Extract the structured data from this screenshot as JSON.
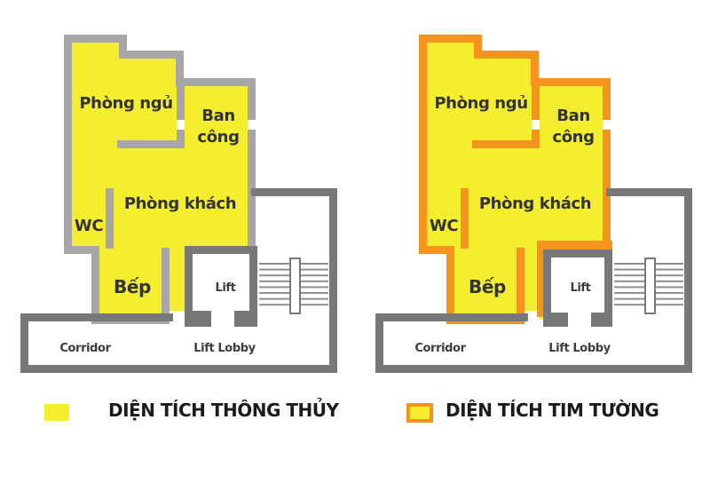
{
  "plans": {
    "left": {
      "bedroom": "Phòng ngủ",
      "balcony_line1": "Ban",
      "balcony_line2": "công",
      "living": "Phòng khách",
      "wc": "WC",
      "kitchen": "Bếp",
      "lift": "Lift",
      "corridor": "Corridor",
      "lift_lobby": "Lift Lobby"
    },
    "right": {
      "bedroom": "Phòng ngủ",
      "balcony_line1": "Ban",
      "balcony_line2": "công",
      "living": "Phòng khách",
      "wc": "WC",
      "kitchen": "Bếp",
      "lift": "Lift",
      "corridor": "Corridor",
      "lift_lobby": "Lift Lobby"
    }
  },
  "legend": {
    "clear_area_label": "DIỆN TÍCH THÔNG THỦY",
    "wall_center_label": "DIỆN TÍCH TIM TƯỜNG"
  },
  "colors": {
    "apartment_fill": "#F5EE2E",
    "apartment_wall_gray": "#A7A7A9",
    "common_wall_gray": "#77787A",
    "wall_orange": "#F6921E",
    "stair_line": "#8E8F91",
    "room_text": "#323232",
    "small_text": "#3D3D3D",
    "legend_text": "#1B1B1B",
    "background": "#FFFFFF"
  }
}
